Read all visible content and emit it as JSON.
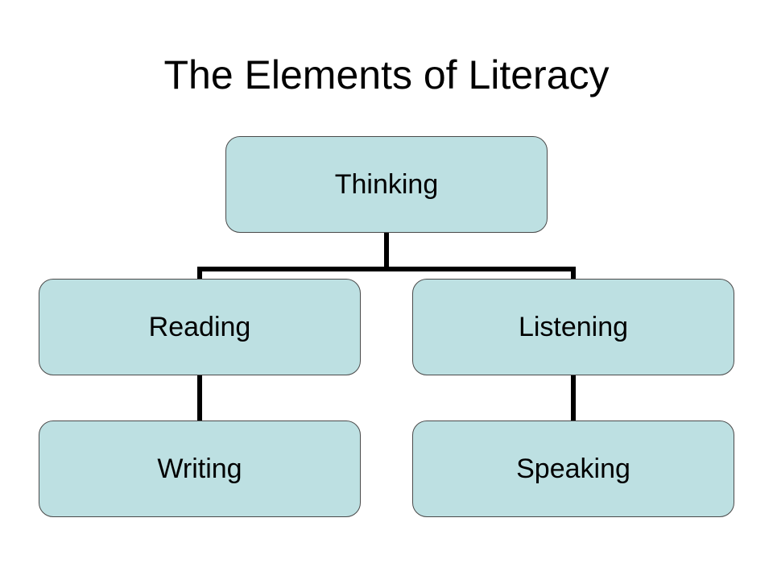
{
  "title": "The Elements of Literacy",
  "colors": {
    "node_fill": "#bde0e2",
    "node_border": "#4a4a4a",
    "connector": "#000000",
    "background": "#ffffff"
  },
  "nodes": {
    "thinking": "Thinking",
    "reading": "Reading",
    "listening": "Listening",
    "writing": "Writing",
    "speaking": "Speaking"
  }
}
